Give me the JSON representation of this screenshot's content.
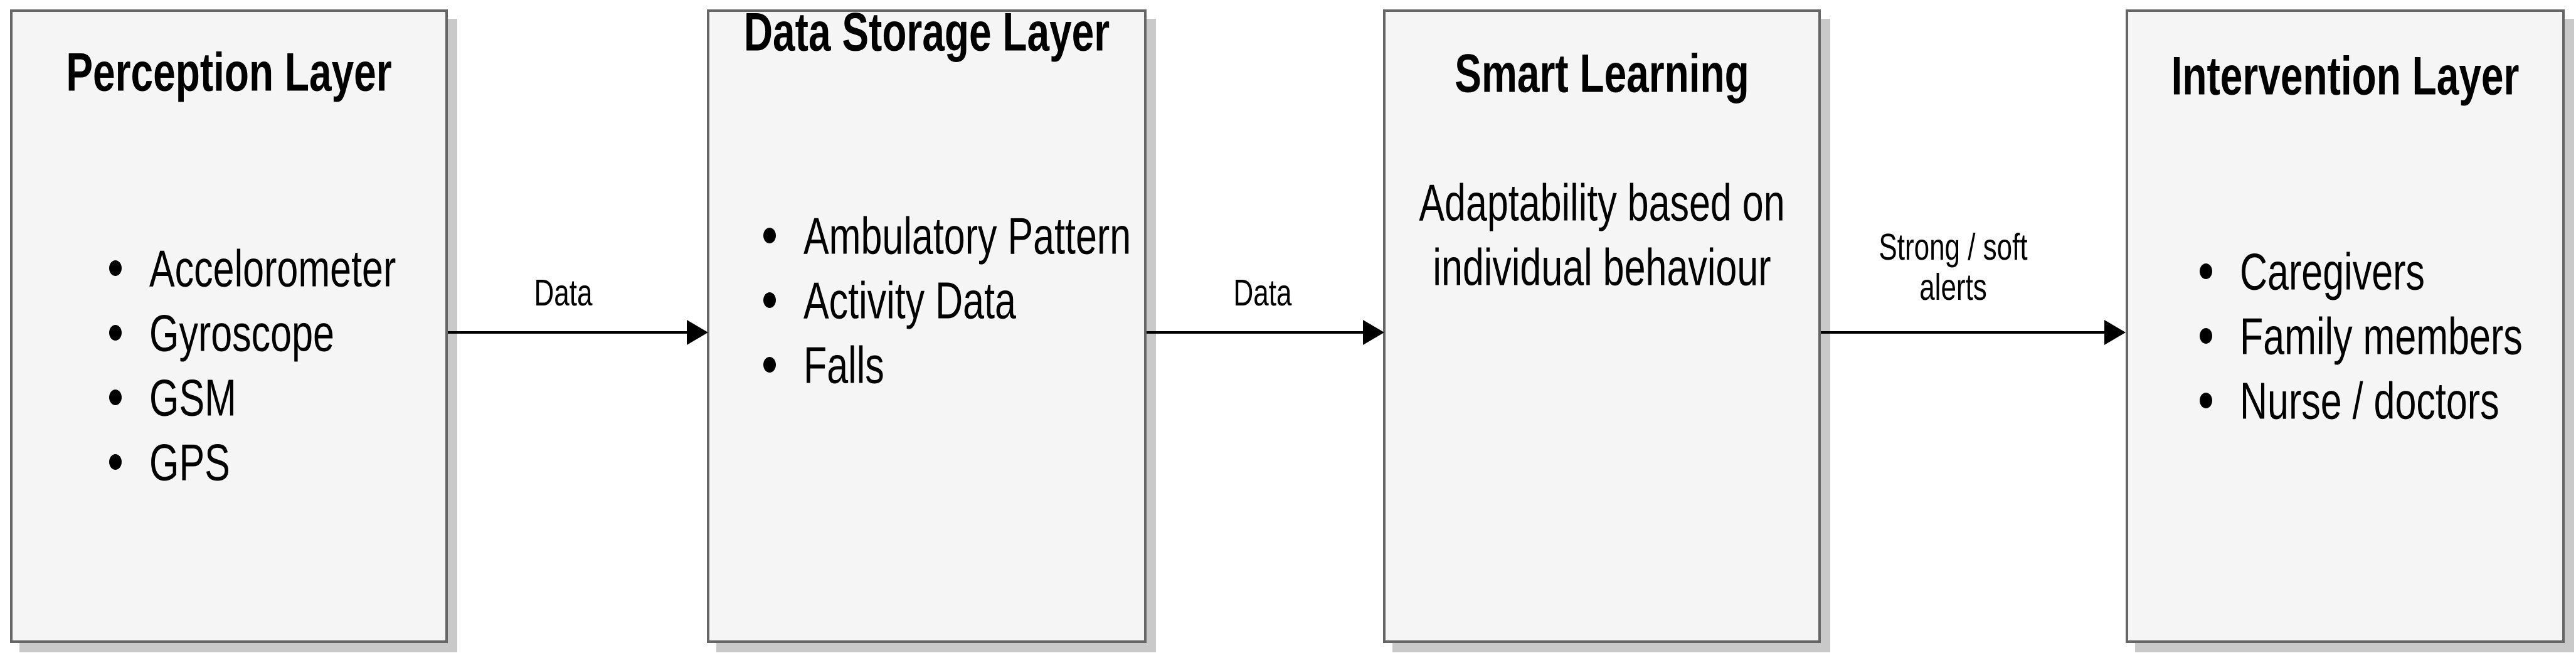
{
  "diagram": {
    "boxes": [
      {
        "title": "Perception Layer",
        "items": [
          "Accelorometer",
          "Gyroscope",
          "GSM",
          "GPS"
        ]
      },
      {
        "title": "Data Storage Layer",
        "items": [
          "Ambulatory Pattern",
          "Activity Data",
          "Falls"
        ]
      },
      {
        "title": "Smart Learning",
        "body_lines": [
          "Adaptability based on",
          "individual behaviour"
        ]
      },
      {
        "title": "Intervention Layer",
        "items": [
          "Caregivers",
          "Family members",
          "Nurse / doctors"
        ]
      }
    ],
    "arrows": [
      {
        "from": "Perception Layer",
        "to": "Data Storage Layer",
        "label_lines": [
          "Data"
        ]
      },
      {
        "from": "Data Storage Layer",
        "to": "Smart Learning",
        "label_lines": [
          "Data"
        ]
      },
      {
        "from": "Smart Learning",
        "to": "Intervention Layer",
        "label_lines": [
          "Strong / soft",
          "alerts"
        ]
      }
    ],
    "colors": {
      "background": "#ffffff",
      "box_fill": "#f5f5f5",
      "box_border": "#666666",
      "box_shadow": "#c9c9c9",
      "arrow": "#000000",
      "text": "#000000"
    }
  }
}
